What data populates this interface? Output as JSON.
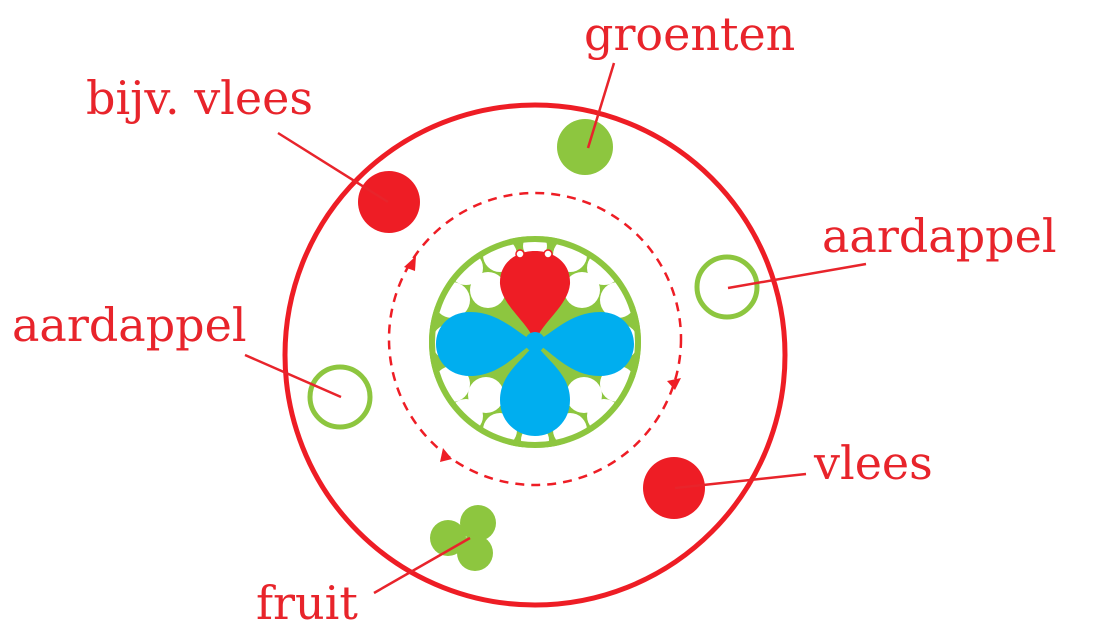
{
  "colors": {
    "red": "#ee1d25",
    "green": "#8dc63f",
    "blue": "#00aeef",
    "white": "#ffffff"
  },
  "labels": {
    "groenten": "groenten",
    "bijv_vlees": "bijv. vlees",
    "aardappel_right": "aardappel",
    "aardappel_left": "aardappel",
    "vlees": "vlees",
    "fruit": "fruit"
  }
}
